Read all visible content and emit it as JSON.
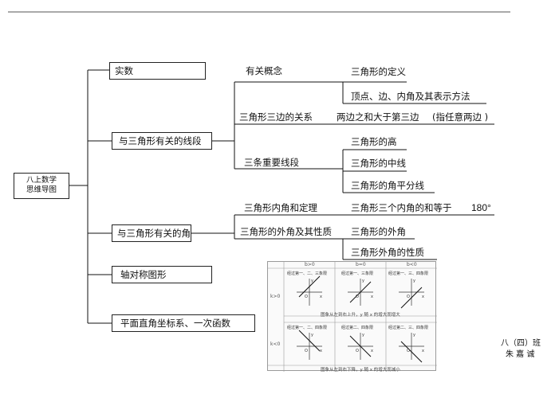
{
  "root": {
    "line1": "八上数学",
    "line2": "思维导图"
  },
  "level1": {
    "real_numbers": "实数",
    "triangle_segments": "与三角形有关的线段",
    "triangle_angles": "与三角形有关的角",
    "axial_symmetry": "轴对称图形",
    "coordinates_linear": "平面直角坐标系、一次函数"
  },
  "segments_branch": {
    "related_concepts": "有关概念",
    "definition": "三角形的定义",
    "notation": "顶点、边、内角及其表示方法",
    "three_sides": "三角形三边的关系",
    "side_rule": "两边之和大于第三边",
    "side_rule_note": "(指任意两边 )",
    "important_segments": "三条重要线段",
    "altitude": "三角形的高",
    "median": "三角形的中线",
    "bisector": "三角形的角平分线"
  },
  "angles_branch": {
    "interior_theorem": "三角形内角和定理",
    "interior_sum": "三角形三个内角的和等于",
    "interior_value": "180°",
    "exterior_props": "三角形的外角及其性质",
    "exterior_angle": "三角形的外角",
    "exterior_property": "三角形外角的性质"
  },
  "function_table": {
    "col_headers": [
      "b>0",
      "b=0",
      "b<0"
    ],
    "row_headers": [
      "k>0",
      "k<0"
    ],
    "row1_cells": [
      "经过第一、二、三象限",
      "经过第一、三象限",
      "经过第一、三、四象限"
    ],
    "row2_cells": [
      "经过第一、二、四象限",
      "经过第二、四象限",
      "经过第二、三、四象限"
    ],
    "row1_caption": "图象从左到右上升，y 随 x 的增大而增大",
    "row2_caption": "图象从左到右下降，y 随 x 的增大而减小",
    "axis_x": "x",
    "axis_y": "y",
    "origin": "O"
  },
  "signature": {
    "line1": "八（四）班",
    "line2": "朱 嘉 诚"
  }
}
